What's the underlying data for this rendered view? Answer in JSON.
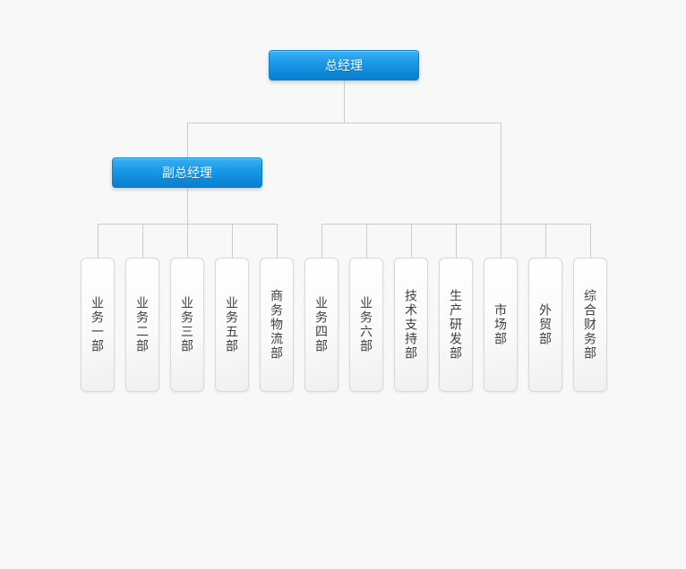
{
  "page": {
    "background_color": "#f8f8f8",
    "connector_line_color": "#cccccc"
  },
  "colors": {
    "manager_node_gradient_top": "#3db0f1",
    "manager_node_gradient_bottom": "#0a7fd0",
    "manager_node_border": "#0d7fc8",
    "manager_node_text": "#ffffff",
    "dept_node_background": "#fafafa",
    "dept_node_border": "#d9d9d9",
    "dept_node_text": "#3f3f3f"
  },
  "org_chart": {
    "root": {
      "label": "总经理"
    },
    "deputy": {
      "label": "副总经理"
    },
    "deputy_departments": [
      "业务一部",
      "业务二部",
      "业务三部",
      "业务五部",
      "商务物流部"
    ],
    "root_departments": [
      "业务四部",
      "业务六部",
      "技术支持部",
      "生产研发部",
      "市场部",
      "外贸部",
      "综合财务部"
    ]
  }
}
